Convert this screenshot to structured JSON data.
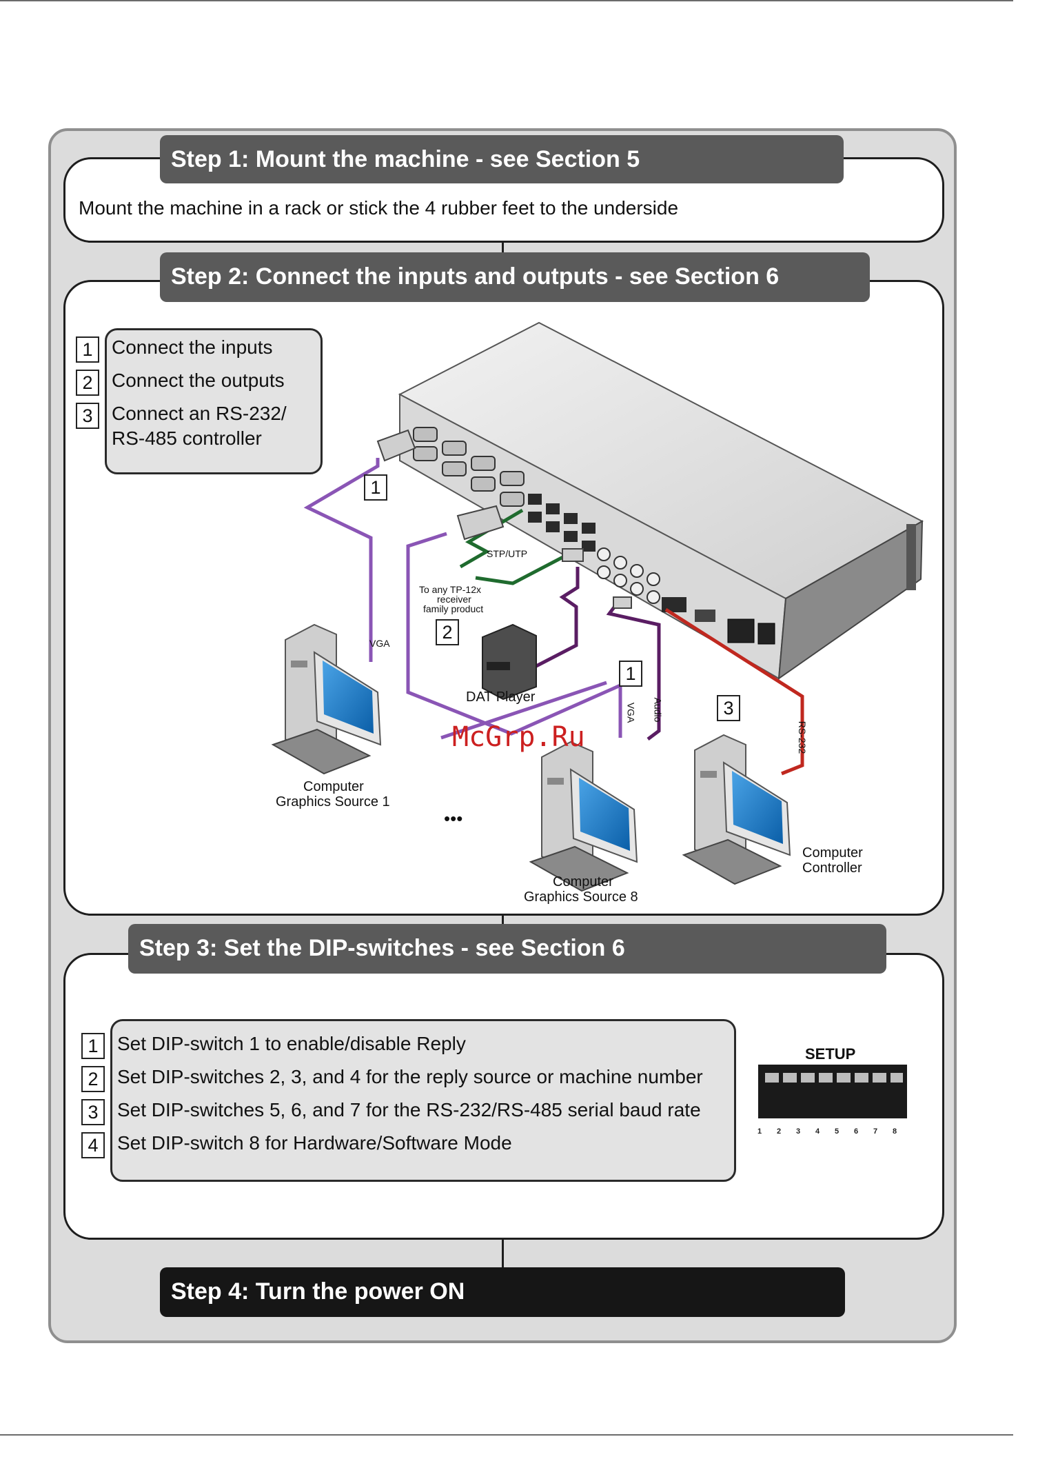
{
  "step1": {
    "header": "Step 1: Mount the machine - see Section 5",
    "text": "Mount the machine in a rack or stick the 4 rubber feet to the underside"
  },
  "step2": {
    "header": "Step 2: Connect the inputs and outputs - see Section 6",
    "items": [
      {
        "num": "1",
        "text": "Connect the inputs"
      },
      {
        "num": "2",
        "text": "Connect the outputs"
      },
      {
        "num": "3",
        "text": "Connect an RS-232/",
        "text2": "RS-485 controller"
      }
    ],
    "diagram": {
      "stp_label": "STP/UTP",
      "receiver_label": [
        "To any TP-12x",
        "receiver",
        "family product"
      ],
      "dat_label": "DAT Player",
      "vga_label": "VGA",
      "audio_label": "Audio",
      "rs232_label": "RS-232",
      "source1_label": [
        "Computer",
        "Graphics Source 1"
      ],
      "source8_label": [
        "Computer",
        "Graphics Source 8"
      ],
      "controller_label": [
        "Computer",
        "Controller"
      ],
      "ellipsis": "•••",
      "callouts": [
        "1",
        "2",
        "1",
        "3"
      ]
    }
  },
  "step3": {
    "header": "Step 3: Set the DIP-switches - see Section 6",
    "items": [
      {
        "num": "1",
        "text": "Set DIP-switch 1 to enable/disable Reply"
      },
      {
        "num": "2",
        "text": "Set DIP-switches 2, 3, and 4 for the reply source or machine number"
      },
      {
        "num": "3",
        "text": "Set DIP-switches 5, 6, and 7 for the RS-232/RS-485 serial baud rate"
      },
      {
        "num": "4",
        "text": "Set DIP-switch 8 for Hardware/Software Mode"
      }
    ],
    "dip_title": "SETUP",
    "dip_numbers": [
      "1",
      "2",
      "3",
      "4",
      "5",
      "6",
      "7",
      "8"
    ]
  },
  "step4": {
    "header": "Step 4: Turn the power ON"
  },
  "watermark": "McGrp.Ru",
  "colors": {
    "vga": "#8a55b5",
    "stp": "#1f6b2e",
    "audio": "#5a1d63",
    "rs232": "#c0281f",
    "header_gray": "#5a5a5a",
    "header_black": "#161616"
  }
}
